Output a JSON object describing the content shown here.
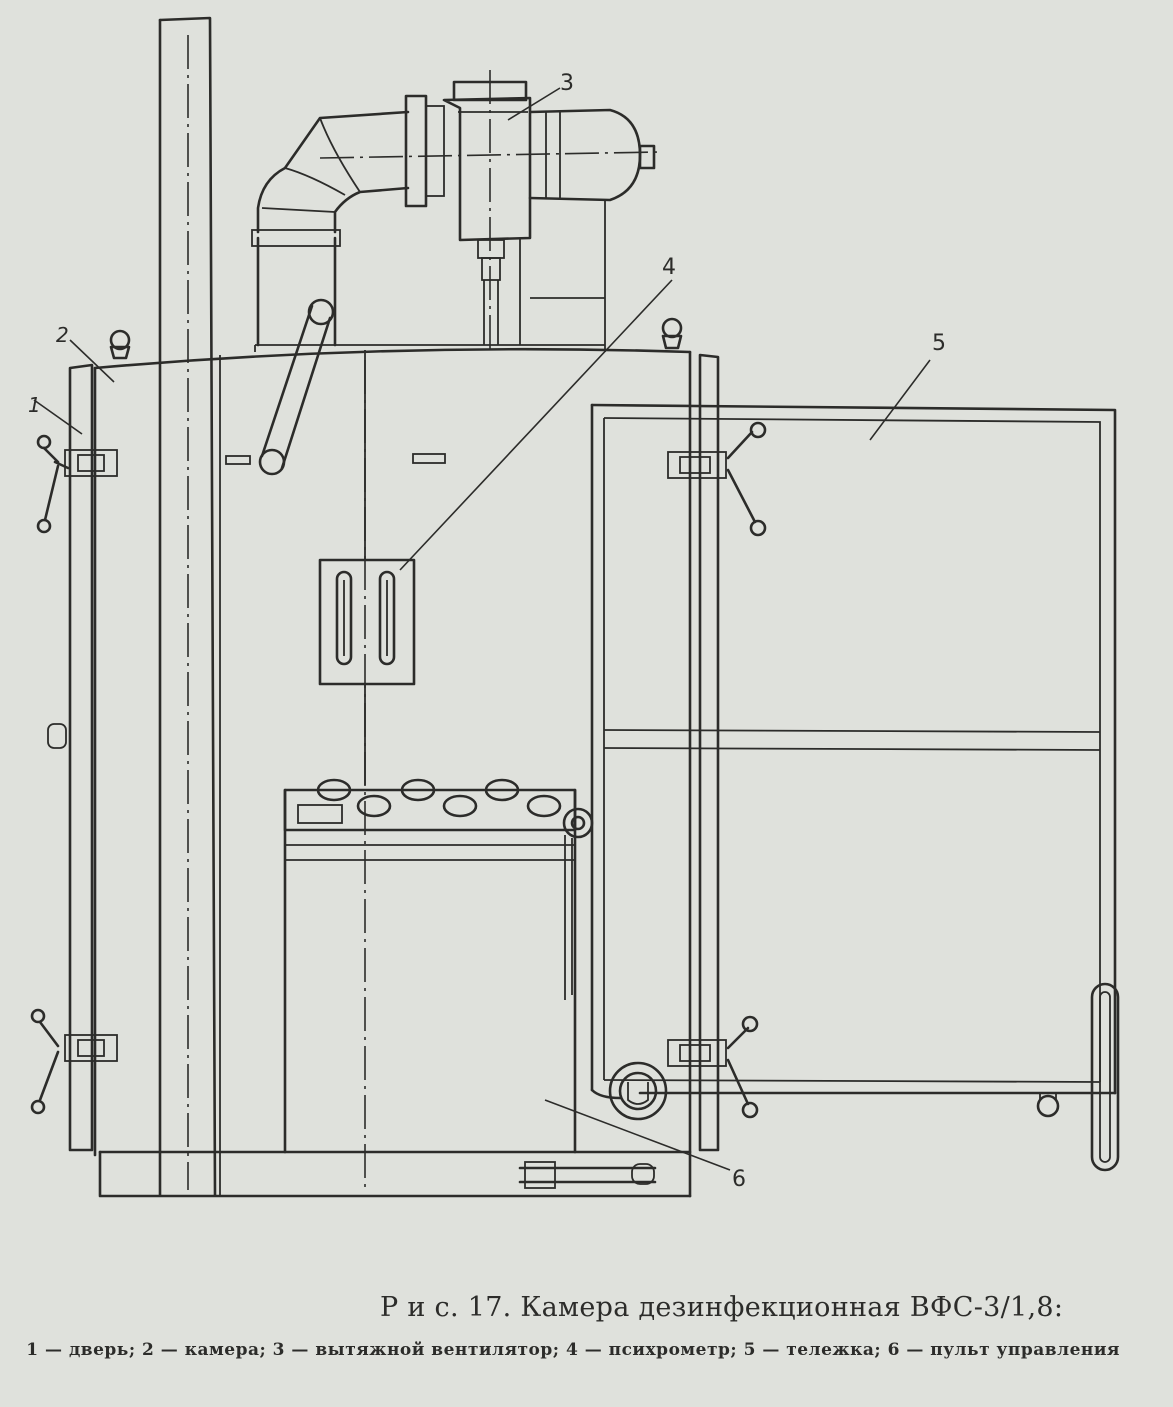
{
  "figure": {
    "labels": [
      "1",
      "2",
      "3",
      "4",
      "5",
      "6"
    ],
    "caption_title": "Р и с. 17. Камера дезинфекционная ВФС-3/1,8:",
    "caption_legend": "1 — дверь; 2 — камера; 3 — вытяжной вентилятор; 4 — психрометр; 5 — тележка; 6 — пульт управления"
  }
}
